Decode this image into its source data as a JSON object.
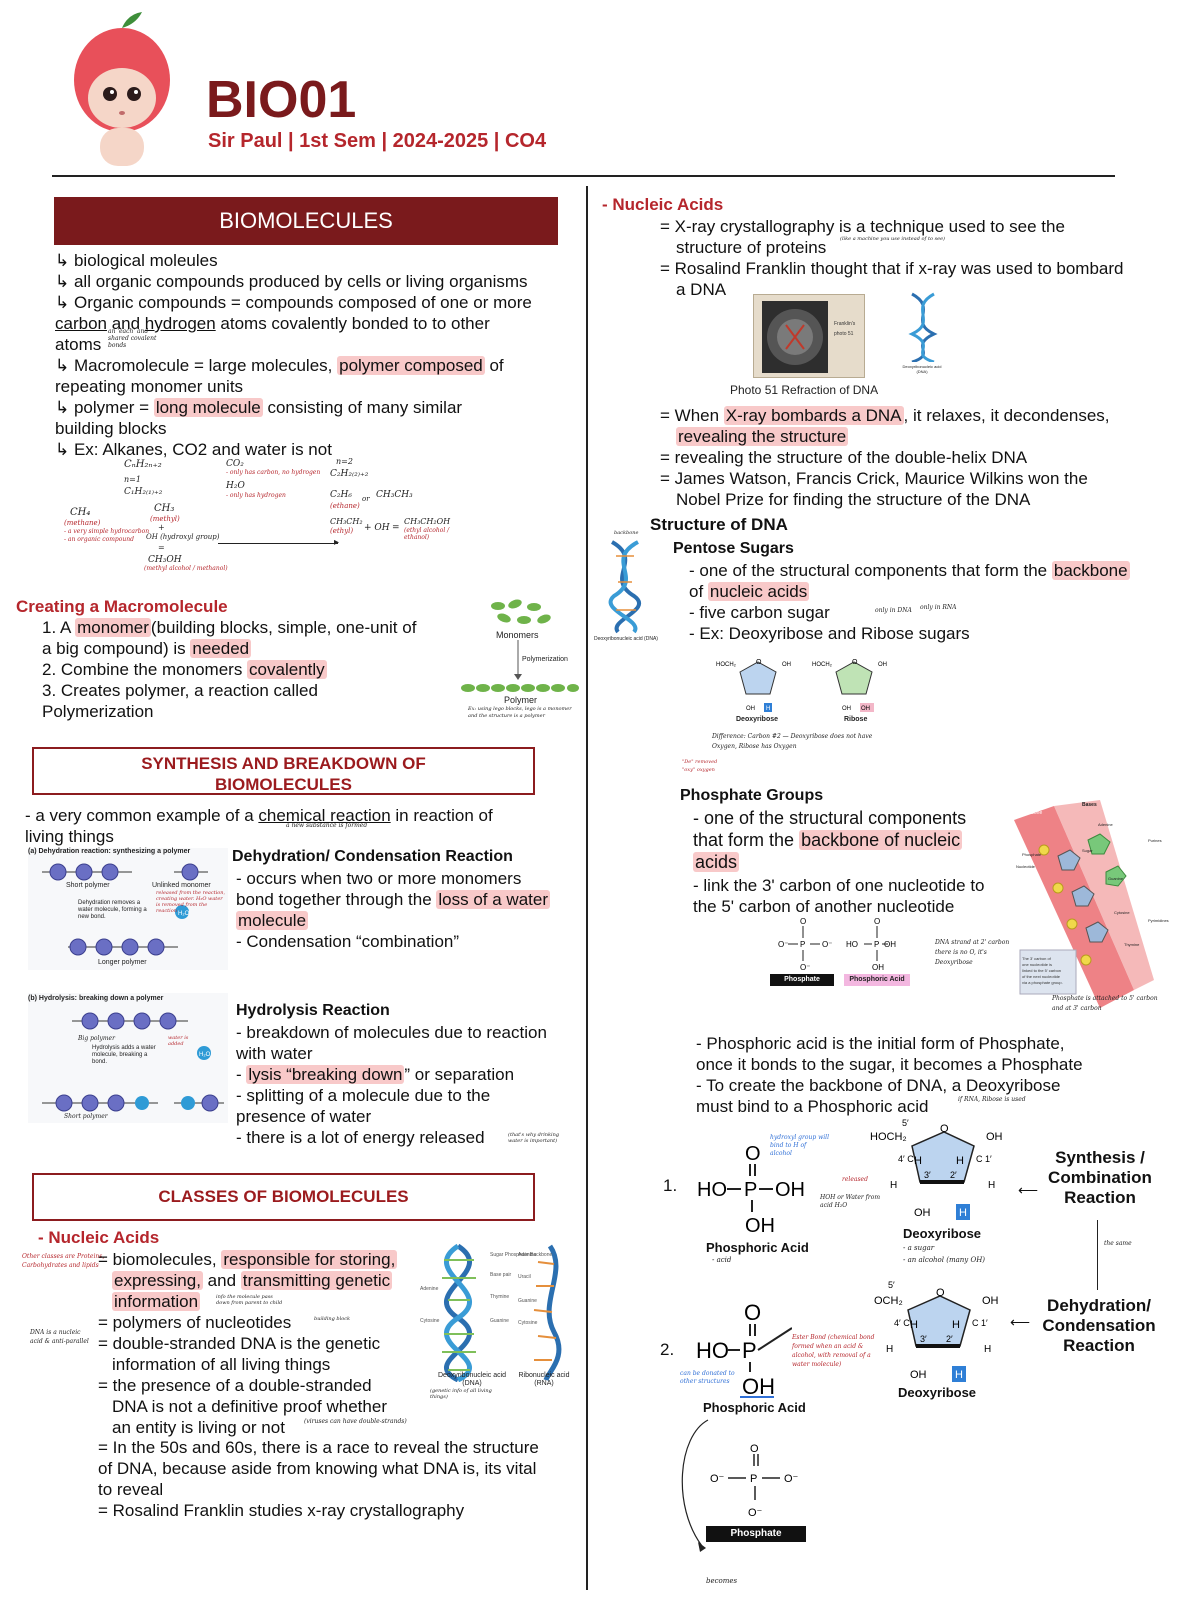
{
  "header": {
    "title": "BIO01",
    "subtitle": "Sir Paul | 1st Sem | 2024-2025 | CO4"
  },
  "left": {
    "biomolecules_title": "BIOMOLECULES",
    "bio_lines": [
      "↳ biological moleules",
      "↳ all organic compounds produced by cells or living organisms"
    ],
    "organic_pre": "↳ Organic compounds = compounds composed of one or more",
    "organic_carbon": "carbon",
    "organic_and": " and ",
    "organic_hydrogen": "hydrogen",
    "organic_post": " atoms covalently bonded to to other",
    "organic_atoms": "atoms",
    "organic_note": "an 'each' and shared covalent bonds",
    "macro_pre": "↳ Macromolecule = large molecules, ",
    "macro_hl": "polymer composed",
    "macro_post": " of",
    "macro_line2": "repeating monomer units",
    "polymer_pre": "↳ polymer = ",
    "polymer_hl": "long molecule",
    "polymer_post": " consisting of many similar",
    "polymer_line2": "building blocks",
    "ex_line": "↳ Ex: Alkanes, CO2 and water is not",
    "chem_notes": {
      "cnh": "CₙH₂ₙ₊₂",
      "n1": "n=1",
      "c1h": "C₁H₂₍₁₎₊₂",
      "co2": "CO₂",
      "co2_note": "- only has carbon, no hydrogen",
      "h2o": "H₂O",
      "h2o_note": "- only has hydrogen",
      "n2": "n=2",
      "c2h": "C₂H₂₍₂₎₊₂",
      "c2h6": "C₂H₆",
      "ethane": "(ethane)",
      "ch3ch3": "CH₃CH₃",
      "or": "or",
      "ch3": "CH₄",
      "methane": "(methane)",
      "methane_note1": "- a very simple hydrocarbon",
      "methane_note2": "- an organic compound",
      "ch3b": "CH₃",
      "methyl": "(methyl)",
      "plus": "+",
      "oh": "OH (hydroxyl group)",
      "eq": "=",
      "ch3oh": "CH₃OH",
      "methanol": "(methyl alcohol / methanol)",
      "ch3ch2": "CH₃CH₂",
      "ethyl": "(ethyl)",
      "plus_oh": "+ OH",
      "equals": "=",
      "ethanol": "CH₃CH₂OH",
      "ethyl_alc": "(ethyl alcohol / ethanol)"
    },
    "creating_title": "Creating a Macromolecule",
    "creating_1_pre": "1. A ",
    "creating_1_hl": "monomer",
    "creating_1_post": "(building blocks, simple, one-unit of",
    "creating_1_line2_pre": "a big compound) is ",
    "creating_1_line2_hl": "needed",
    "creating_2_pre": "2. Combine the monomers ",
    "creating_2_hl": "covalently",
    "creating_3": "3. Creates polymer, a reaction called",
    "creating_3b": "Polymerization",
    "mono_fig": {
      "monomers": "Monomers",
      "polymerization": "Polymerization",
      "polymer": "Polymer",
      "note": "Ex: using lego blocks, lego is a monomer and the structure is a polymer"
    },
    "synth_title_1": "SYNTHESIS AND BREAKDOWN OF",
    "synth_title_2": "BIOMOLECULES",
    "synth_intro_pre": "- a very common example of a ",
    "synth_intro_ul": "chemical reaction",
    "synth_intro_post": " in reaction of",
    "synth_intro_2": "living things",
    "synth_intro_note": "a new substance is formed",
    "dehyd_fig": {
      "title": "(a) Dehydration reaction: synthesizing a polymer",
      "short": "Short polymer",
      "unlinked": "Unlinked monomer",
      "removes": "Dehydration removes a water molecule, forming a new bond.",
      "longer": "Longer polymer",
      "note": "released from the reaction, creating water. H₂O water is removed from the reaction"
    },
    "dehyd_title": "Dehydration/ Condensation Reaction",
    "dehyd_1": "- occurs when two or more monomers",
    "dehyd_2_pre": "bond together through the ",
    "dehyd_2_hl": "loss of a water",
    "dehyd_3_hl": "molecule",
    "dehyd_4": "- Condensation “combination”",
    "hydro_fig": {
      "title": "(b) Hydrolysis: breaking down a polymer",
      "big": "Big polymer",
      "adds": "Hydrolysis adds a water molecule, breaking a bond.",
      "water_added": "water is added",
      "short": "Short polymer"
    },
    "hydro_title": "Hydrolysis Reaction",
    "hydro_1": "- breakdown of molecules due to reaction",
    "hydro_2": "with water",
    "hydro_3_pre": "- ",
    "hydro_3_hl": "lysis “breaking down",
    "hydro_3_post": "” or separation",
    "hydro_4": "- splitting of a molecule due to the",
    "hydro_5": "presence of water",
    "hydro_6": "- there is a lot of energy released",
    "hydro_6_note": "(that's why drinking water is important)",
    "classes_title": "CLASSES OF BIOMOLECULES",
    "na_title": "- Nucleic Acids",
    "other_classes": "Other classes are Proteins, Carbohydrates and lipids",
    "na_1_pre": "= biomolecules, ",
    "na_1_hl": "responsible for storing,",
    "na_2_hl": "expressing,",
    "na_2_mid": " and ",
    "na_2_hl2": "transmitting genetic",
    "na_3_hl": "information",
    "na_3_note": "info the molecule pass down from parent to child",
    "na_4": "= polymers of nucleotides",
    "na_4_note": "building block",
    "na_5": "= double-stranded DNA is the genetic",
    "na_6": "information of all living things",
    "na_dna_note": "DNA is a nucleic acid & anti-parallel",
    "na_7": "= the presence of a double-stranded",
    "na_8": "DNA is not a definitive proof whether",
    "na_9": "an entity is living or not",
    "na_9_note": "(viruses can have double-strands)",
    "na_10": "= In the 50s and 60s, there is a race to reveal the structure",
    "na_11": "of DNA, because aside from knowing what DNA is, its vital",
    "na_12": "to reveal",
    "na_13": "= Rosalind Franklin studies x-ray crystallography",
    "dna_fig": {
      "dna": "Deoxyribonucleic acid (DNA)",
      "dna_note": "(genetic info of all living things)",
      "rna": "Ribonucleic acid (RNA)",
      "labels": [
        "Sugar Phosphate Backbone",
        "Base pair",
        "Thymine",
        "Adenine",
        "Guanine",
        "Cytosine",
        "Uracil"
      ]
    }
  },
  "right": {
    "na_title": "- Nucleic Acids",
    "xr_1": "= X-ray crystallography is a technique used to see the",
    "xr_2": "structure of proteins",
    "xr_2_note": "(like a machine you use instead of to see)",
    "xr_3": "= Rosalind Franklin thought that if x-ray was used to bombard",
    "xr_4": "a DNA",
    "photo_caption": "Photo 51 Refraction of DNA",
    "photo_dna_label": "Deoxyribonucleic acid (DNA)",
    "when_pre": "= When ",
    "when_hl": "X-ray bombards a DNA",
    "when_post": ", it relaxes, it decondenses,",
    "when_2_hl": "revealing the structure",
    "when_3": "= revealing the structure of the double-helix DNA",
    "when_4": "= James Watson, Francis Crick, Maurice Wilkins won the",
    "when_5": "Nobel Prize for finding the structure of the DNA",
    "struct_title": "Structure of DNA",
    "pentose_title": "Pentose Sugars",
    "pent_1_pre": "- one of the structural components that form the ",
    "pent_1_hl": "backbone",
    "pent_2_pre": "of ",
    "pent_2_hl": "nucleic acids",
    "pent_3": "- five carbon sugar",
    "pent_3_note1": "only in DNA",
    "pent_3_note2": "only in RNA",
    "pent_4": "- Ex: Deoxyribose and Ribose sugars",
    "sugar_fig": {
      "deoxyribose": "Deoxyribose",
      "ribose": "Ribose",
      "hoch2": "HOCH₂",
      "oh": "OH",
      "h": "H",
      "o": "O"
    },
    "diff_note": "Difference: Carbon #2 — Deoxyribose does not have Oxygen, Ribose has Oxygen",
    "de_note": "\"De\" removed \"oxy\" oxygen",
    "dna_small_label": "Deoxyribonucleic acid (DNA)",
    "dna_small_top": "backbone",
    "phos_title": "Phosphate Groups",
    "phos_1": "- one of the structural components",
    "phos_2_pre": "that form the ",
    "phos_2_hl": "backbone of nucleic",
    "phos_3_hl": "acids",
    "phos_4": "- link the 3' carbon of one nucleotide to",
    "phos_5": "the 5' carbon of another nucleotide",
    "phos_label": "Phosphate",
    "phos_acid_label": "Phosphoric Acid",
    "strand_note": "DNA strand at 2' carbon there is no O, it's Deoxyribose",
    "attached_note": "Phosphate is attached to 5' carbon and at 3' carbon",
    "backbone_fig": {
      "backbone": "Backbone",
      "bases": "Bases",
      "phosphate": "Phosphate",
      "sugar": "Sugar",
      "adenine": "Adenine",
      "guanine": "Guanine",
      "cytosine": "Cytosine",
      "thymine": "Thymine",
      "purines": "Purines",
      "pyrimidines": "Pyrimidines",
      "nucleotide": "Nucleotide"
    },
    "pa_1": "- Phosphoric acid is the initial form of Phosphate,",
    "pa_2": "once it bonds to the sugar, it becomes a Phosphate",
    "pa_3": "- To create the backbone of DNA, a Deoxyribose",
    "pa_4": "must bind to a Phosphoric acid",
    "pa_4_note": "if RNA, Ribose is used",
    "rxn": {
      "n1": "1.",
      "n2": "2.",
      "phosphoric_acid": "Phosphoric Acid",
      "acid_note": "- acid",
      "deoxyribose": "Deoxyribose",
      "sugar_note": "- a sugar",
      "alcohol_note": "- an alcohol (many OH)",
      "hydroxyl_note": "hydroxyl group will bind to H of alcohol",
      "released": "released",
      "water_note": "HOH or Water from acid H₂O",
      "synth": "Synthesis / Combination Reaction",
      "same": "the same",
      "dehyd": "Dehydration/ Condensation Reaction",
      "ester": "Ester Bond (chemical bond formed when an acid & alcohol, with removal of a water molecule)",
      "donated": "can be donated to other structures",
      "phosphate": "Phosphate",
      "becomes": "becomes"
    }
  },
  "colors": {
    "maroon": "#7a1a1c",
    "highlight": "#f8c9c9",
    "accent_red": "#b5262c"
  }
}
